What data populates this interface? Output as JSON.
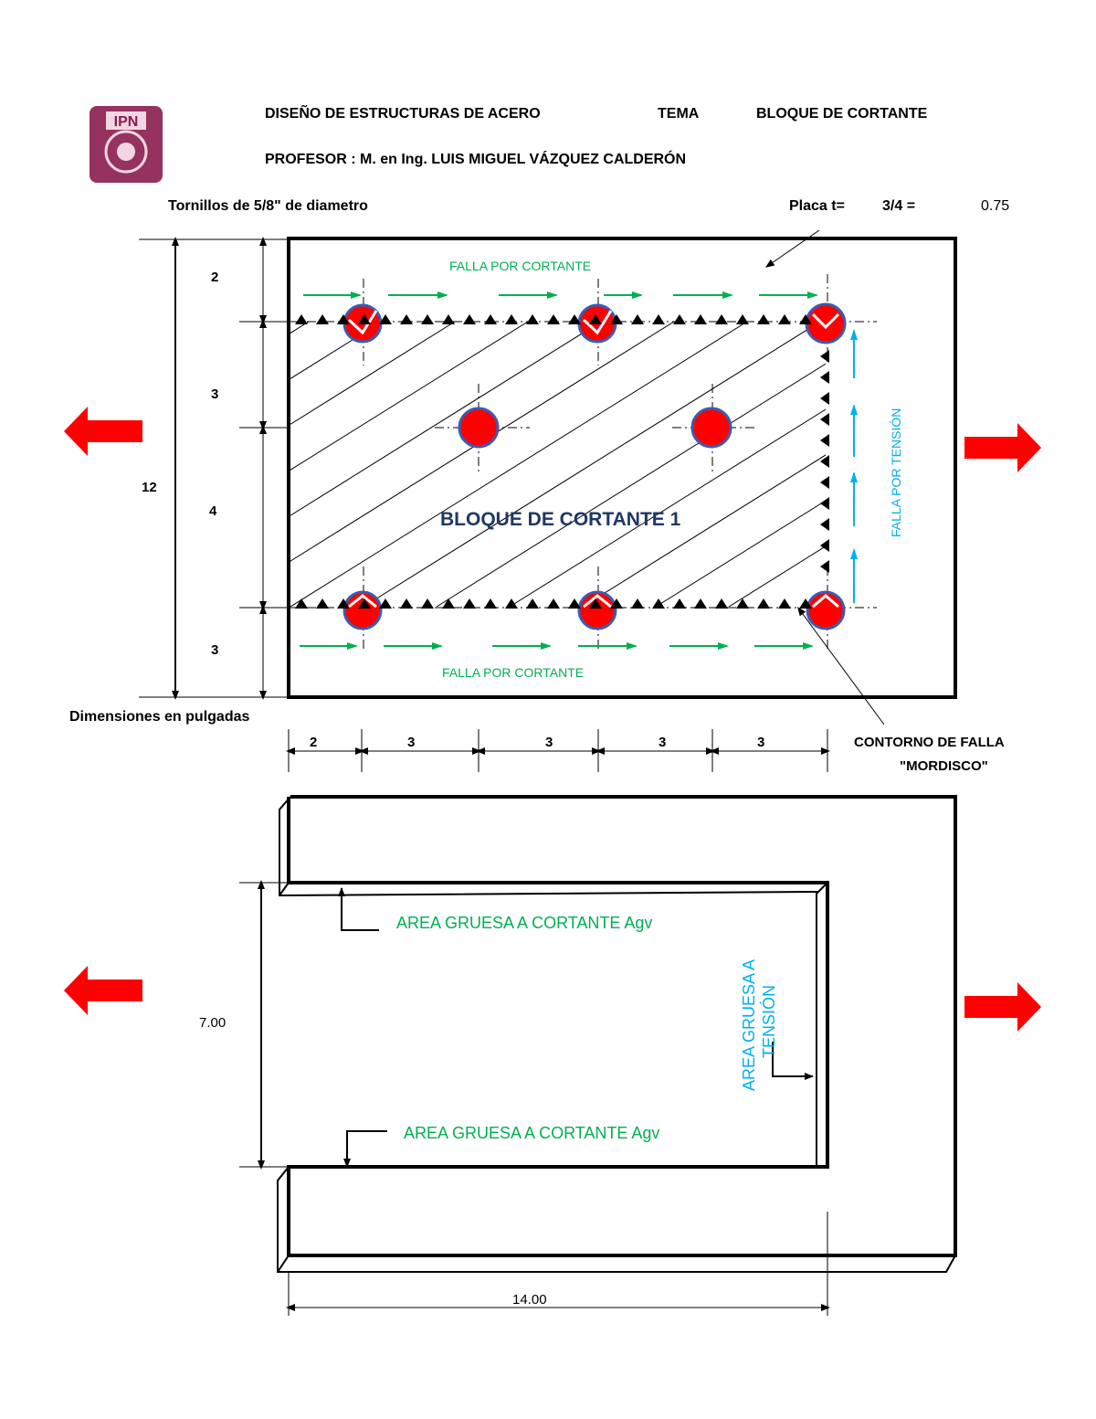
{
  "header": {
    "course": "DISEÑO DE ESTRUCTURAS DE ACERO",
    "tema_label": "TEMA",
    "topic": "BLOQUE DE CORTANTE",
    "professor": "PROFESOR : M. en Ing. LUIS MIGUEL VÁZQUEZ  CALDERÓN",
    "logo_text": "IPN"
  },
  "info": {
    "bolts": "Tornillos de 5/8\" de diametro",
    "plate_label": "Placa t=",
    "plate_fraction": "3/4 =",
    "plate_value": "0.75",
    "units": "Dimensiones en pulgadas"
  },
  "diagram1": {
    "title": "BLOQUE DE CORTANTE 1",
    "shear_top": "FALLA POR CORTANTE",
    "shear_bottom": "FALLA POR CORTANTE",
    "tension": "FALLA POR TENSIÓN",
    "contour_line1": "CONTORNO DE FALLA",
    "contour_line2": "\"MORDISCO\"",
    "vertical_dims": [
      "2",
      "3",
      "4",
      "3"
    ],
    "total_height": "12",
    "horizontal_dims": [
      "2",
      "3",
      "3",
      "3",
      "3"
    ]
  },
  "diagram2": {
    "shear_area_top": "AREA GRUESA A CORTANTE Agv",
    "shear_area_bottom": "AREA GRUESA A CORTANTE Agv",
    "tension_line1": "AREA GRUESA A",
    "tension_line2": "TENSIÓN",
    "height_dim": "7.00",
    "width_dim": "14.00"
  },
  "colors": {
    "bolt_red": "#ff0000",
    "bolt_outline": "#3b5bb0",
    "shear_green": "#00b050",
    "tension_blue": "#00b0f0",
    "title_navy": "#1f3864",
    "arrow_red": "#ff0000",
    "logo_purple": "#8b1c4e"
  }
}
